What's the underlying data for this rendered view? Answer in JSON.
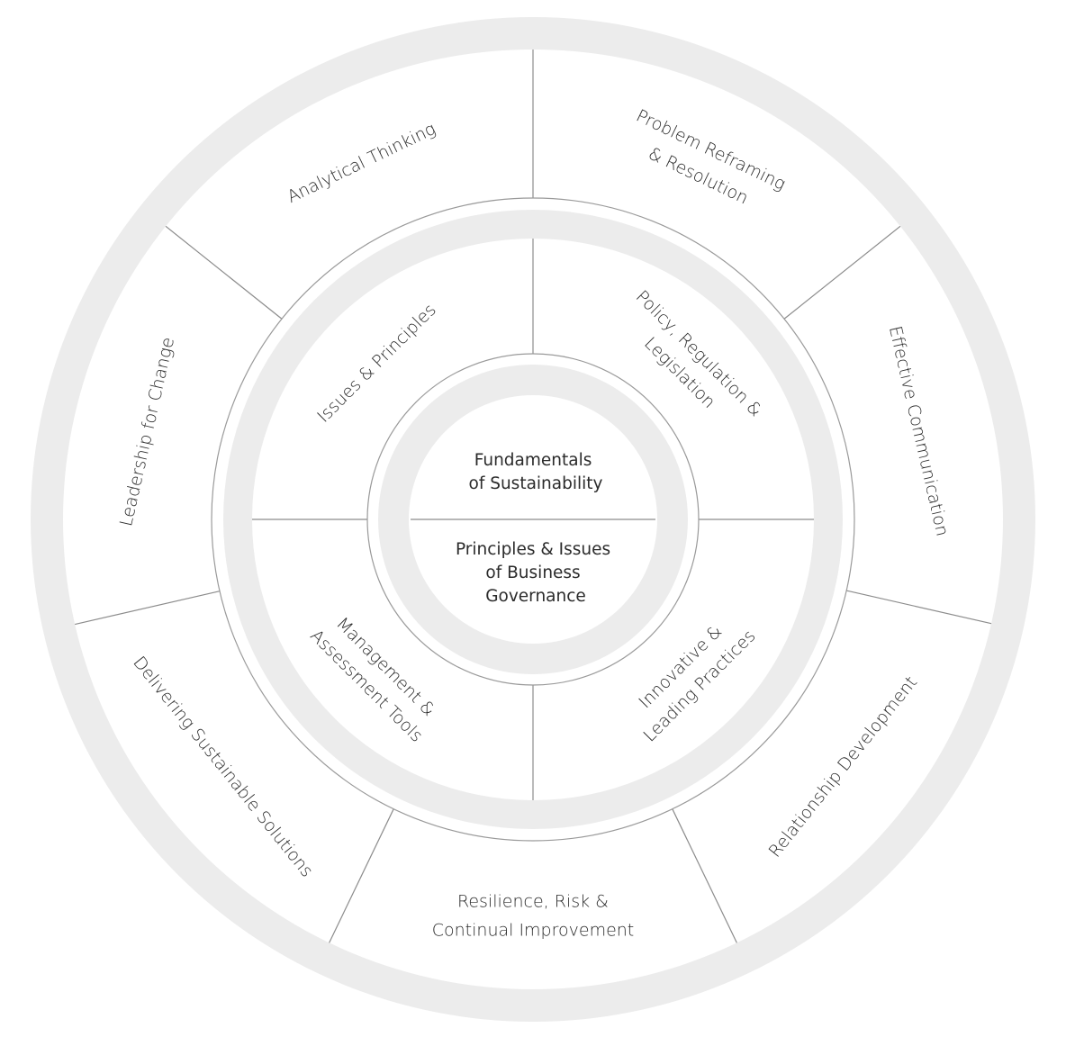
{
  "core": {
    "top_lines": [
      "Fundamentals",
      "of Sustainability"
    ],
    "bottom_lines": [
      "Principles & Issues",
      "of Business",
      "Governance"
    ]
  },
  "middle_ring": [
    {
      "id": "issues-principles",
      "lines": [
        "Issues & Principles"
      ]
    },
    {
      "id": "policy-regulation-legislation",
      "lines": [
        "Policy, Regulation &",
        "Legislation"
      ]
    },
    {
      "id": "innovative-leading-practices",
      "lines": [
        "Innovative &",
        "Leading Practices"
      ]
    },
    {
      "id": "management-assessment-tools",
      "lines": [
        "Management &",
        "Assessment Tools"
      ]
    }
  ],
  "outer_ring": [
    {
      "id": "analytical-thinking",
      "lines": [
        "Analytical Thinking"
      ]
    },
    {
      "id": "problem-reframing-resolution",
      "lines": [
        "Problem Reframing",
        "& Resolution"
      ]
    },
    {
      "id": "effective-communication",
      "lines": [
        "Effective Communication"
      ]
    },
    {
      "id": "relationship-development",
      "lines": [
        "Relationship Development"
      ]
    },
    {
      "id": "resilience-risk-improvement",
      "lines": [
        "Resilience, Risk &",
        "Continual Improvement"
      ]
    },
    {
      "id": "delivering-sustainable-solutions",
      "lines": [
        "Delivering Sustainable Solutions"
      ]
    },
    {
      "id": "leadership-for-change",
      "lines": [
        "Leadership for Change"
      ]
    }
  ],
  "colors": {
    "band": "#ececec",
    "line": "#8c8c8c",
    "text": "#2b2b2b"
  }
}
